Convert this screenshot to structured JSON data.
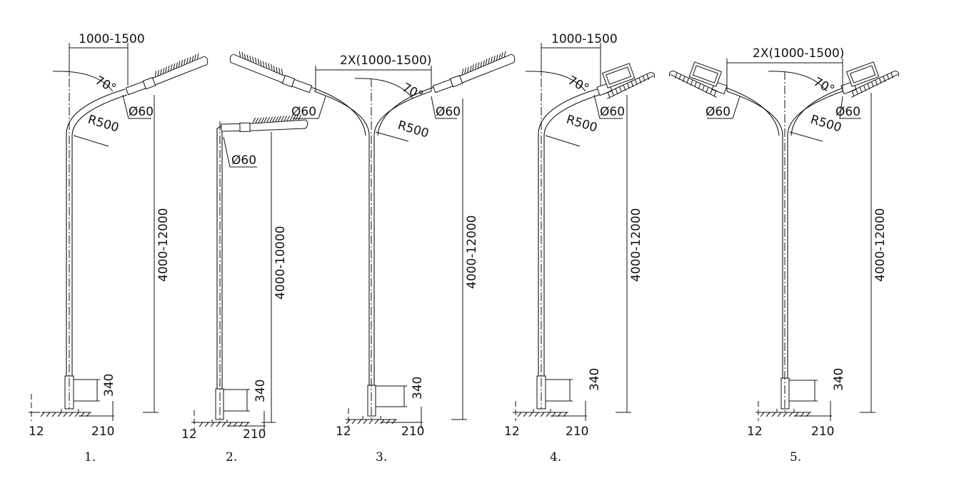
{
  "drawings": [
    {
      "number": "1.",
      "arm_length": "1000-1500",
      "angle": "70°",
      "bend_radius": "R500",
      "arm_diameter": "Ø60",
      "height": "4000-12000",
      "base_height": "340",
      "base_plate_thickness": "12",
      "base_width": "210"
    },
    {
      "number": "2.",
      "arm_diameter": "Ø60",
      "height": "4000-10000",
      "base_height": "340",
      "base_plate_thickness": "12",
      "base_width": "210"
    },
    {
      "number": "3.",
      "arm_length": "2X(1000-1500)",
      "angle": "70°",
      "bend_radius": "R500",
      "arm_diameter_left": "Ø60",
      "arm_diameter_right": "Ø60",
      "height": "4000-12000",
      "base_height": "340",
      "base_plate_thickness": "12",
      "base_width": "210"
    },
    {
      "number": "4.",
      "arm_length": "1000-1500",
      "angle": "70°",
      "bend_radius": "R500",
      "arm_diameter": "Ø60",
      "height": "4000-12000",
      "base_height": "340",
      "base_plate_thickness": "12",
      "base_width": "210"
    },
    {
      "number": "5.",
      "arm_length": "2X(1000-1500)",
      "angle": "70°",
      "bend_radius": "R500",
      "arm_diameter_left": "Ø60",
      "arm_diameter_right": "Ø60",
      "height": "4000-12000",
      "base_height": "340",
      "base_plate_thickness": "12",
      "base_width": "210"
    }
  ]
}
